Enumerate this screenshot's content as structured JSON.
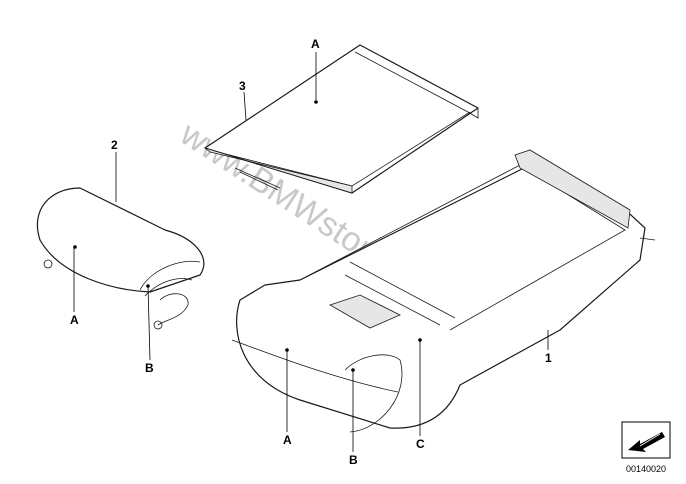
{
  "watermark": "www.BMWstore.pl",
  "reference_number": "00140020",
  "labels": {
    "part_1": "1",
    "part_2": "2",
    "part_3": "3",
    "a_top": "A",
    "a_cover": "A",
    "b_cover": "B",
    "a_main": "A",
    "b_main": "B",
    "c_main": "C"
  },
  "icons": [
    "arrow-box-icon"
  ]
}
